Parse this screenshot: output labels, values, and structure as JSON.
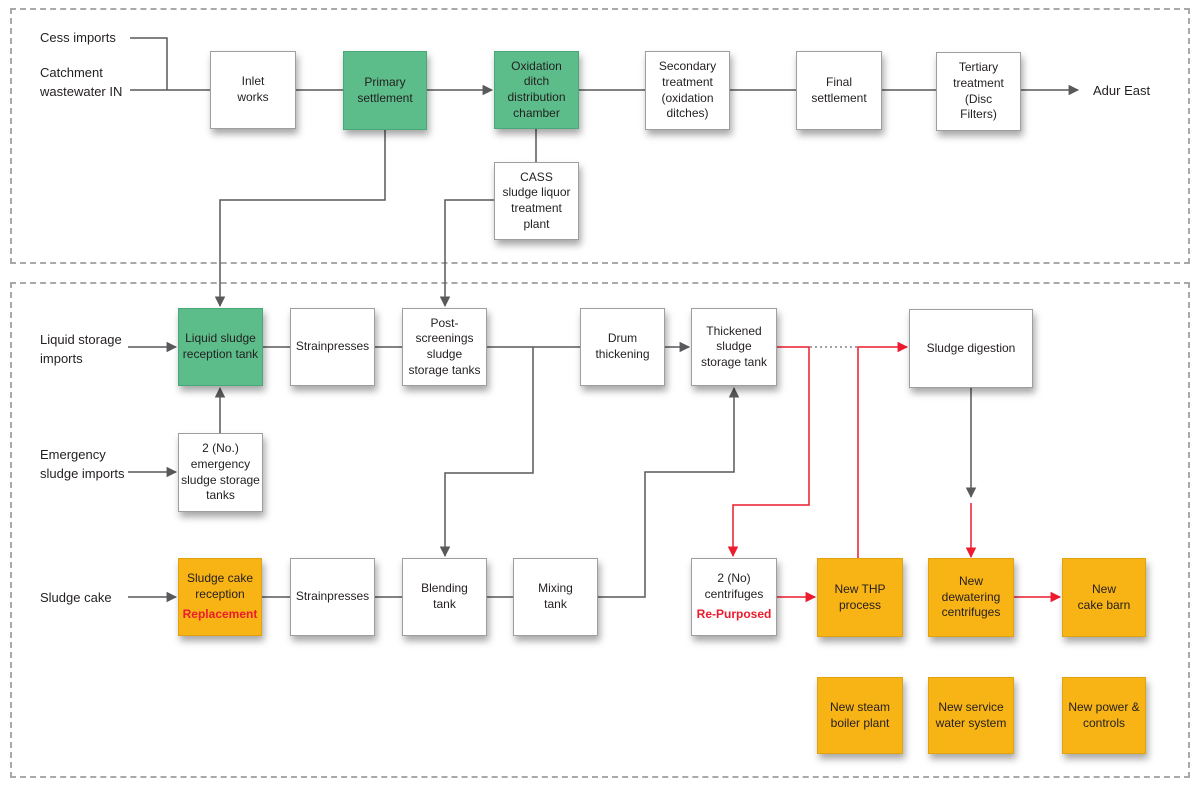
{
  "colors": {
    "green_box": "#5cbd8b",
    "orange_box": "#f8b315",
    "white_box": "#ffffff",
    "red_accent": "#ec1b2d",
    "gray_line": "#58595b",
    "dotted_line": "#808285",
    "dashed_border": "#a7a9ac",
    "box_border": "#9c9ea1",
    "text": "#231f20"
  },
  "labels": {
    "cess_imports": "Cess imports",
    "catchment_wastewater_in": "Catchment\nwastewater IN",
    "liquid_storage_imports": "Liquid storage\nimports",
    "emergency_sludge_imports": "Emergency\nsludge imports",
    "sludge_cake": "Sludge cake",
    "adur_east": "Adur East"
  },
  "nodes": {
    "inlet_works": {
      "label": "Inlet\nworks"
    },
    "primary_settlement": {
      "label": "Primary\nsettlement"
    },
    "oxidation_ditch_chamber": {
      "label": "Oxidation\nditch\ndistribution\nchamber"
    },
    "secondary_treatment": {
      "label": "Secondary\ntreatment\n(oxidation\nditches)"
    },
    "final_settlement": {
      "label": "Final\nsettlement"
    },
    "tertiary_treatment": {
      "label": "Tertiary\ntreatment\n(Disc\nFilters)"
    },
    "cass_plant": {
      "label": "CASS\nsludge liquor\ntreatment\nplant"
    },
    "liquid_sludge_reception_tank": {
      "label": "Liquid sludge\nreception tank"
    },
    "strainpresses_top": {
      "label": "Strainpresses"
    },
    "post_screenings_tanks": {
      "label": "Post-\nscreenings\nsludge\nstorage tanks"
    },
    "drum_thickening": {
      "label": "Drum\nthickening"
    },
    "thickened_sludge_storage_tank": {
      "label": "Thickened\nsludge\nstorage tank"
    },
    "sludge_digestion": {
      "label": "Sludge digestion"
    },
    "emergency_sludge_storage_tanks": {
      "label": "2 (No.)\nemergency\nsludge storage\ntanks"
    },
    "sludge_cake_reception": {
      "label": "Sludge cake\nreception",
      "sublabel": "Replacement"
    },
    "strainpresses_bottom": {
      "label": "Strainpresses"
    },
    "blending_tank": {
      "label": "Blending\ntank"
    },
    "mixing_tank": {
      "label": "Mixing\ntank"
    },
    "centrifuges": {
      "label": "2 (No)\ncentrifuges",
      "sublabel": "Re-Purposed"
    },
    "new_thp_process": {
      "label": "New THP\nprocess"
    },
    "new_dewatering_centrifuges": {
      "label": "New\ndewatering\ncentrifuges"
    },
    "new_cake_barn": {
      "label": "New\ncake barn"
    },
    "new_steam_boiler_plant": {
      "label": "New steam\nboiler plant"
    },
    "new_service_water_system": {
      "label": "New service\nwater system"
    },
    "new_power_controls": {
      "label": "New power &\ncontrols"
    }
  }
}
